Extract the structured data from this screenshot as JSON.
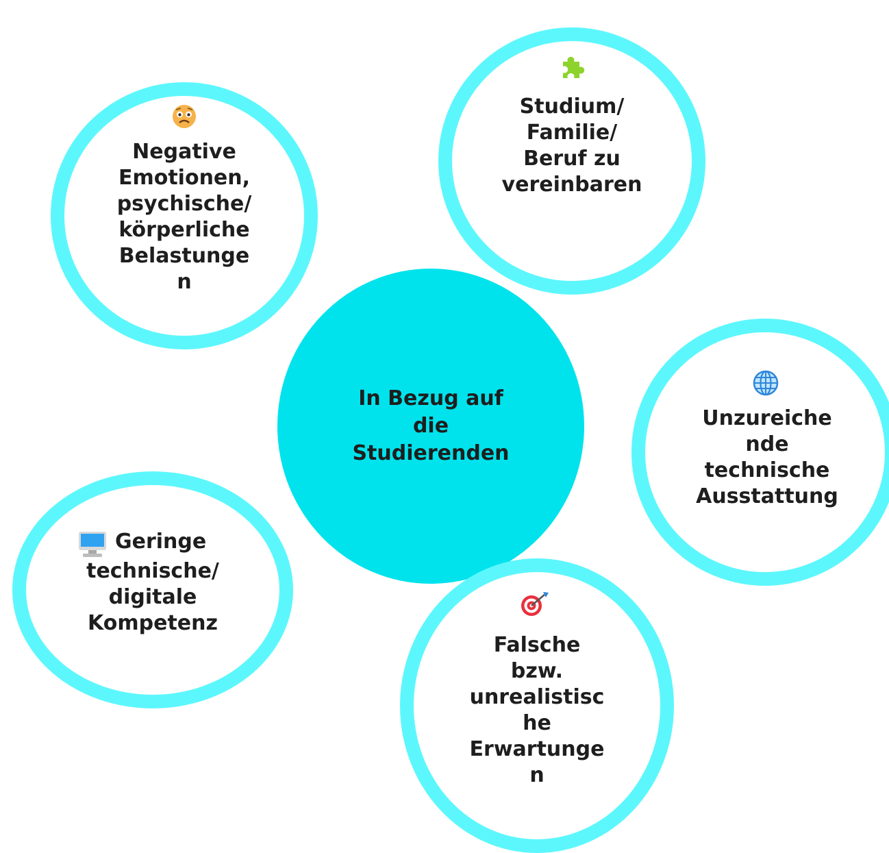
{
  "colors": {
    "ring": "#5cf7fd",
    "center_fill": "#00e3ec",
    "text": "#1e1e1e"
  },
  "center": {
    "label": "In Bezug auf\ndie\nStudierenden"
  },
  "bubbles": {
    "negative_emotions": {
      "icon": "worried-face-icon",
      "label": "Negative\nEmotionen,\npsychische/\nkörperliche\nBelastunge\nn"
    },
    "study_family_job": {
      "icon": "puzzle-piece-icon",
      "label": "Studium/\nFamilie/\nBeruf zu\nvereinbaren"
    },
    "technical_equipment": {
      "icon": "globe-icon",
      "label": "Unzureiche\nnde\ntechnische\nAusstattung"
    },
    "digital_competence": {
      "icon": "computer-monitor-icon",
      "label_first": "Geringe",
      "label_rest": "technische/\ndigitale\nKompetenz"
    },
    "expectations": {
      "icon": "target-icon",
      "label": "Falsche\nbzw.\nunrealistisc\nhe\nErwartunge\nn"
    }
  }
}
